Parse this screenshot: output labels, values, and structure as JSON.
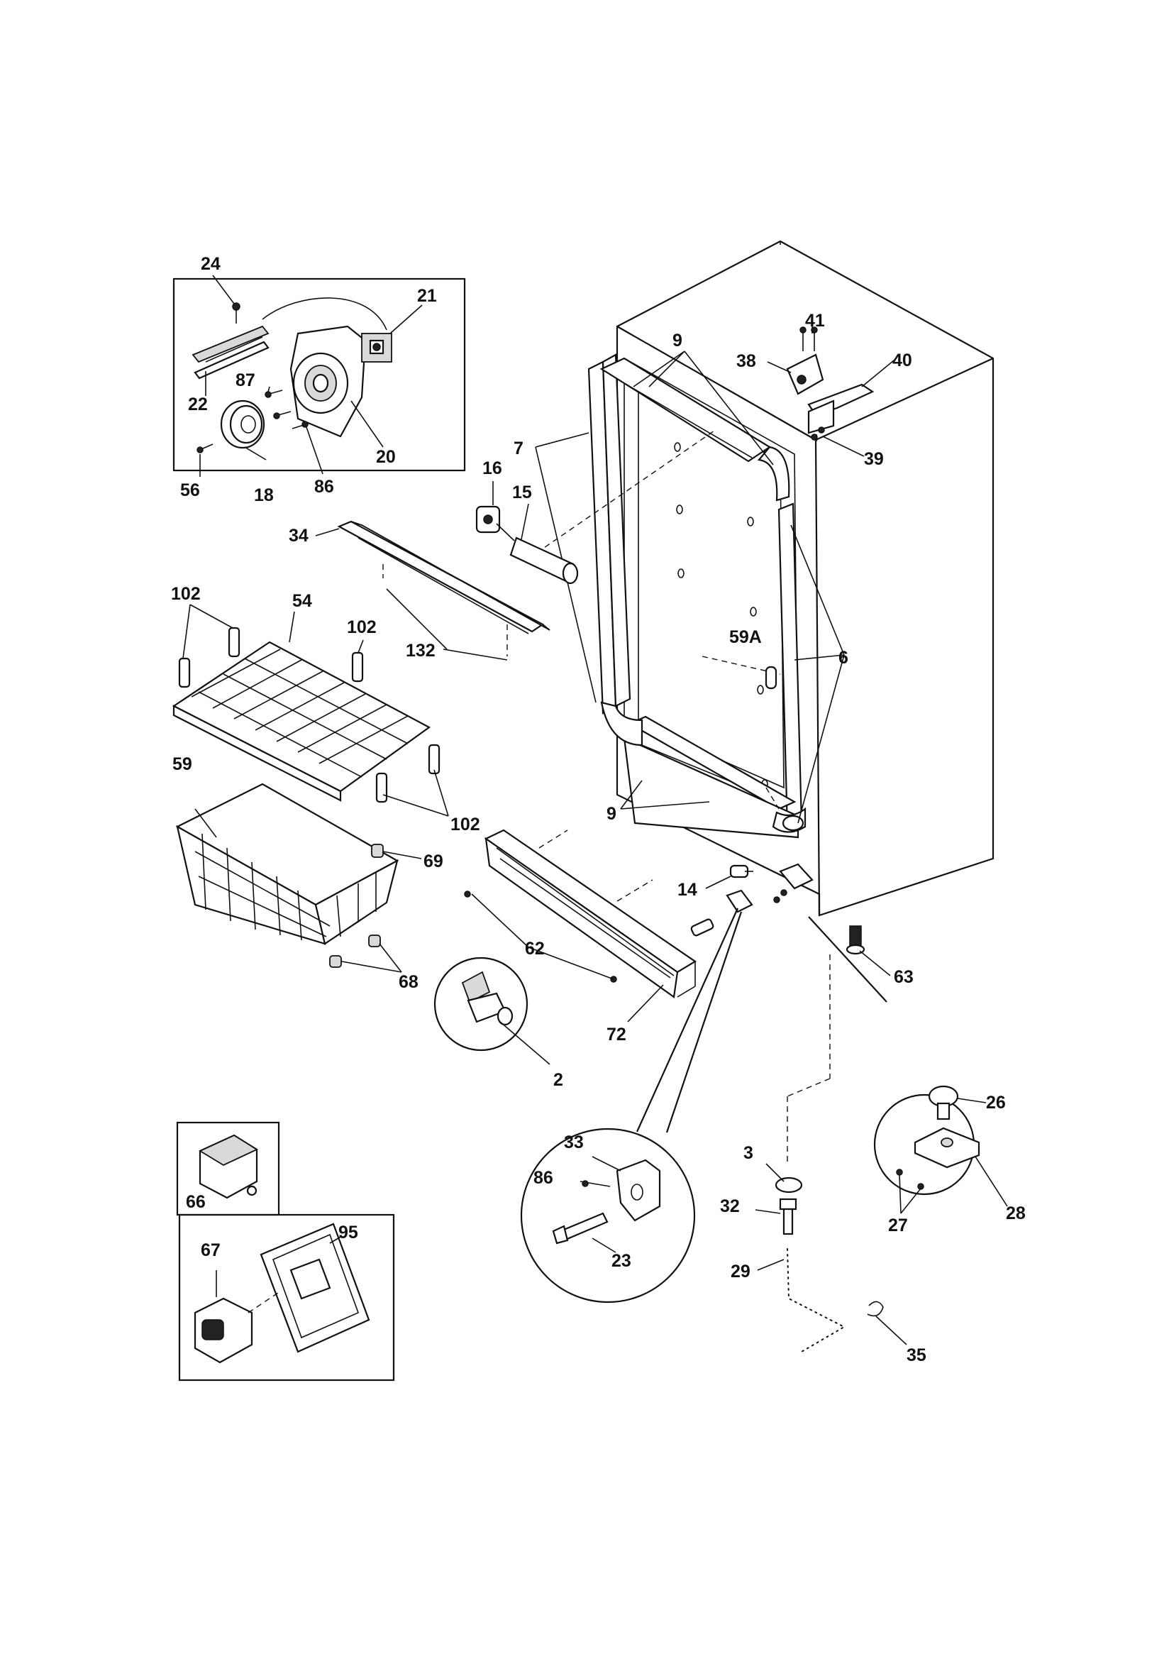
{
  "diagram": {
    "labels": {
      "l24": "24",
      "l21": "21",
      "l87": "87",
      "l22": "22",
      "l20": "20",
      "l56": "56",
      "l18": "18",
      "l86a": "86",
      "l9top": "9",
      "l41": "41",
      "l38": "38",
      "l40": "40",
      "l39": "39",
      "l7": "7",
      "l16": "16",
      "l15": "15",
      "l34": "34",
      "l102a": "102",
      "l54": "54",
      "l102b": "102",
      "l132": "132",
      "l59a": "59A",
      "l6": "6",
      "l59": "59",
      "l102c": "102",
      "l69": "69",
      "l9bot": "9",
      "l14": "14",
      "l62": "62",
      "l68": "68",
      "l63": "63",
      "l72": "72",
      "l2": "2",
      "l66": "66",
      "l95": "95",
      "l67": "67",
      "l33": "33",
      "l86b": "86",
      "l23": "23",
      "l3": "3",
      "l32": "32",
      "l29": "29",
      "l35": "35",
      "l26": "26",
      "l27": "27",
      "l28": "28"
    }
  }
}
